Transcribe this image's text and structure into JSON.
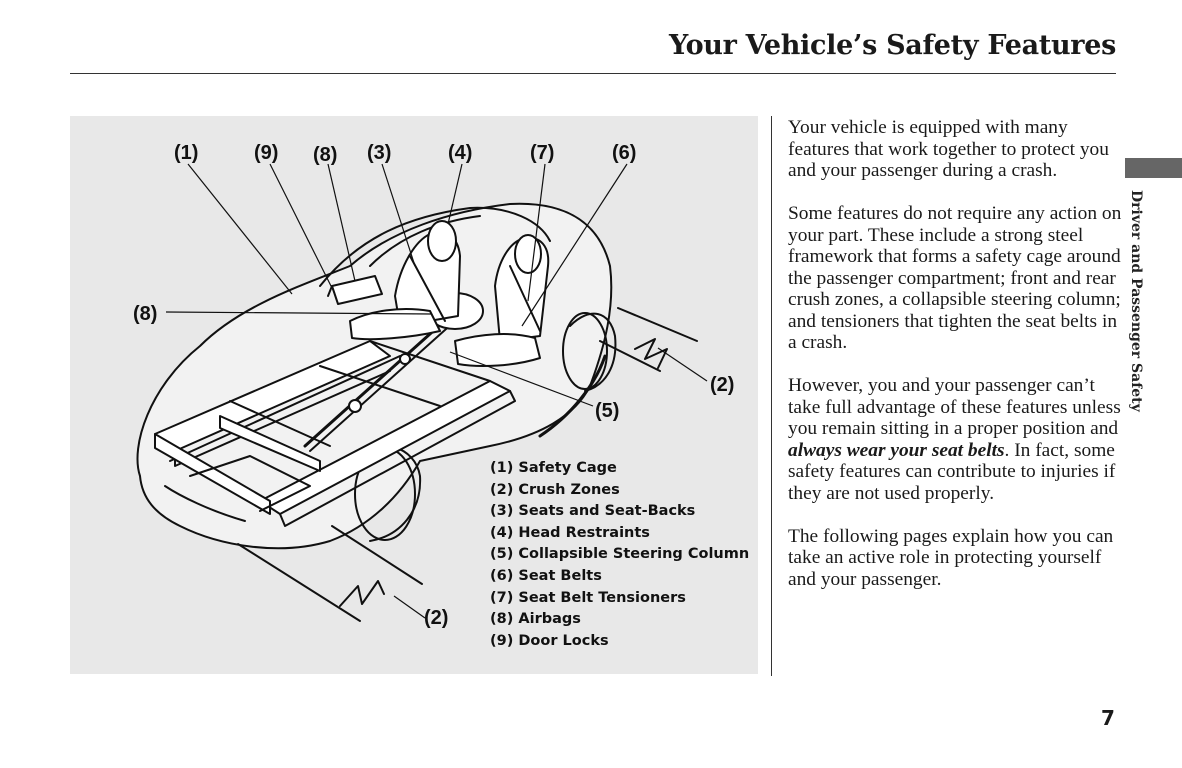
{
  "header": {
    "title": "Your Vehicle’s Safety Features"
  },
  "figure": {
    "callouts": [
      "(1)",
      "(9)",
      "(8)",
      "(3)",
      "(4)",
      "(7)",
      "(6)",
      "(8)",
      "(2)",
      "(5)",
      "(2)"
    ],
    "legend": [
      "(1) Safety Cage",
      "(2) Crush Zones",
      "(3) Seats and Seat-Backs",
      "(4) Head Restraints",
      "(5) Collapsible Steering Column",
      "(6) Seat Belts",
      "(7) Seat Belt Tensioners",
      "(8) Airbags",
      "(9) Door Locks"
    ]
  },
  "body": {
    "p1": "Your vehicle is equipped with many features that work together to protect you and your passenger during a crash.",
    "p2": "Some features do not require any action on your part. These include a strong steel framework that forms a safety cage around the passenger compartment; front and rear crush zones, a collapsible steering column; and tensioners that tighten the seat belts in a crash.",
    "p3_before": "However, you and your passenger can’t take full advantage of these features unless you remain sitting in a proper position and ",
    "p3_emphasis": "always wear your seat belts",
    "p3_after": ". In fact, some safety features can contribute to injuries if they are not used properly.",
    "p4": "The following pages explain how you can take an active role in protecting yourself and your passenger."
  },
  "sidebar": {
    "section_label": "Driver and Passenger Safety"
  },
  "footer": {
    "page_number": "7"
  }
}
